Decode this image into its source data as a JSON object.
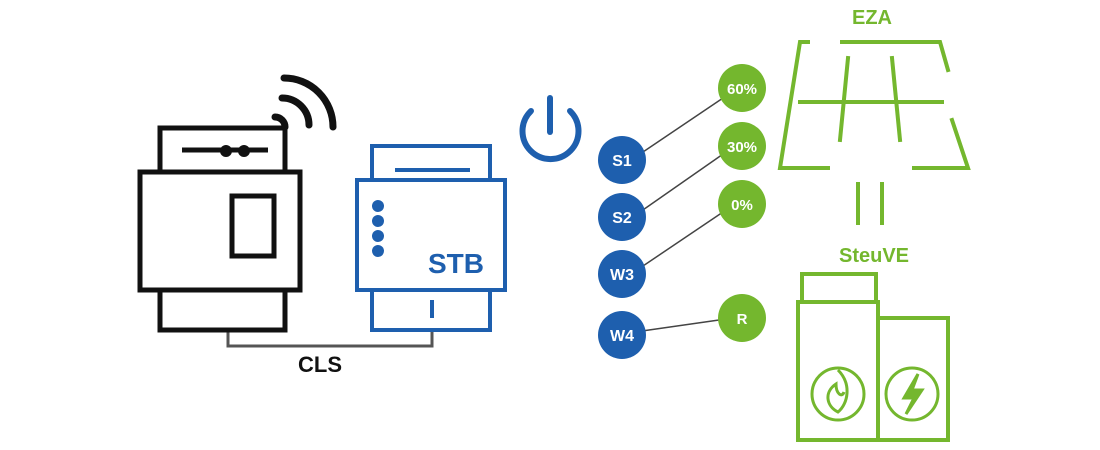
{
  "labels": {
    "cls": "CLS",
    "stb": "STB",
    "eza": "EZA",
    "steuve": "SteuVE"
  },
  "relays": [
    {
      "name": "S1",
      "target": "60%"
    },
    {
      "name": "S2",
      "target": "30%"
    },
    {
      "name": "W3",
      "target": "0%"
    },
    {
      "name": "W4",
      "target": "R"
    }
  ],
  "colors": {
    "black": "#111111",
    "blue": "#1e5fae",
    "green": "#74b72e",
    "connector": "#555555"
  },
  "icons": {
    "wifi": "wifi-icon",
    "power": "power-icon",
    "heat": "flame-icon",
    "electric": "lightning-icon",
    "solar": "solar-panel-icon"
  }
}
